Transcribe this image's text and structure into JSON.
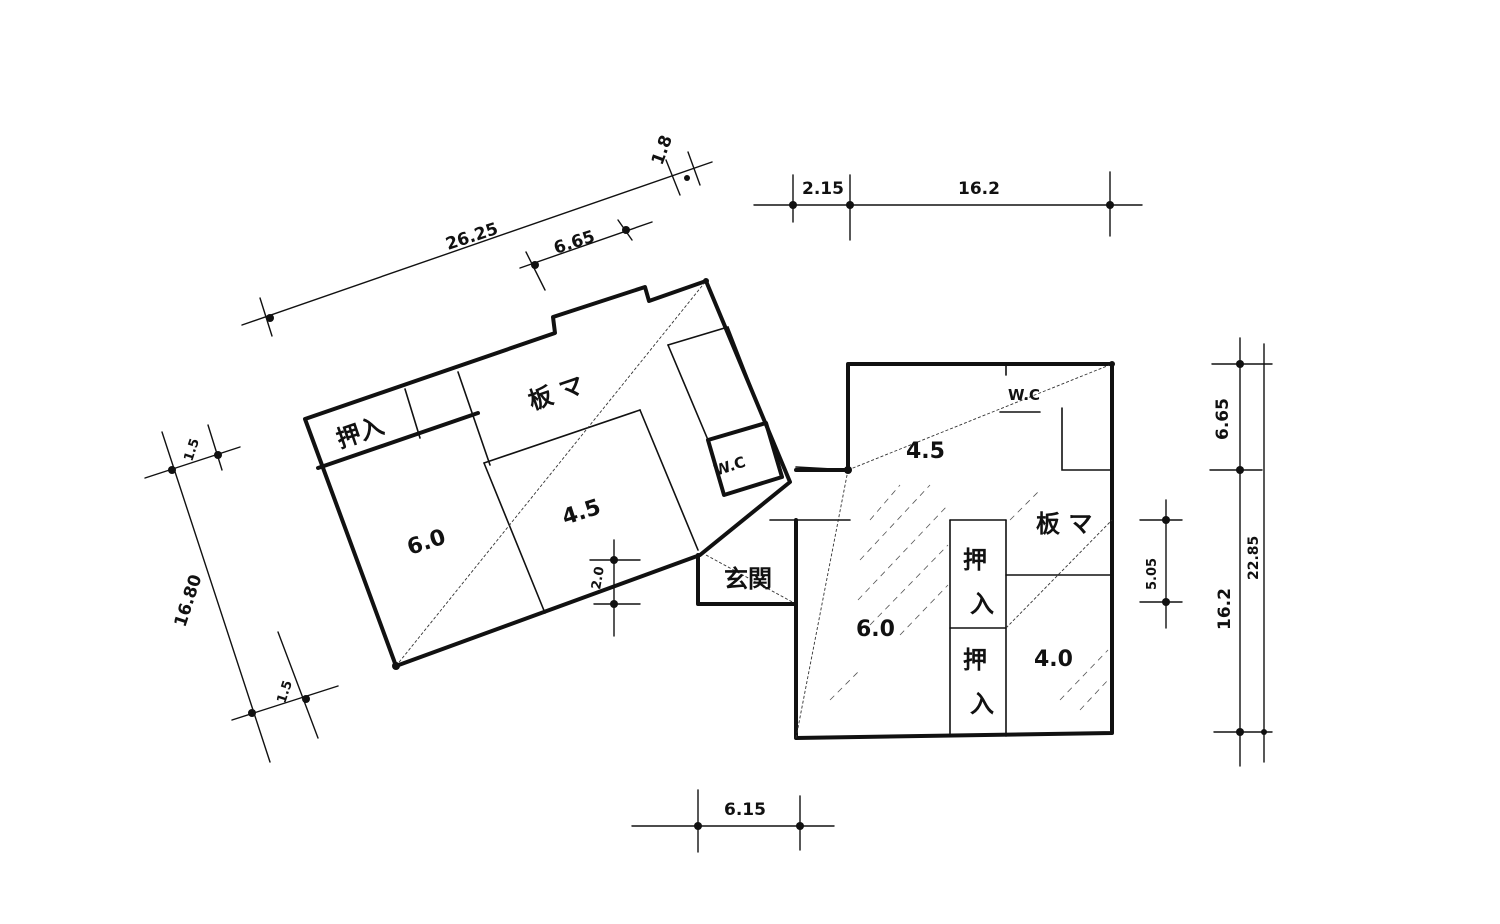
{
  "left_building": {
    "rooms": {
      "oshiire": "押入",
      "itama": "板 マ",
      "wc": "W.C",
      "room_60": "6.0",
      "room_45": "4.5"
    },
    "dims": {
      "total_width": "26.25",
      "segment": "6.65",
      "right_small": "1.8",
      "depth": "16.80",
      "top_small": "1.5",
      "bottom_small": "1.5",
      "step": "2.0"
    }
  },
  "entrance": {
    "label": "玄関"
  },
  "right_building": {
    "rooms": {
      "wc": "W.C",
      "room_45": "4.5",
      "itama": "板 マ",
      "oshiire_top_1": "押",
      "oshiire_top_2": "入",
      "oshiire_bottom_1": "押",
      "oshiire_bottom_2": "入",
      "room_60": "6.0",
      "room_40": "4.0"
    },
    "dims": {
      "top_small": "2.15",
      "top_width": "16.2",
      "right_upper": "6.65",
      "right_lower": "16.2",
      "right_total": "22.85",
      "inner": "5.05",
      "bottom": "6.15"
    }
  }
}
